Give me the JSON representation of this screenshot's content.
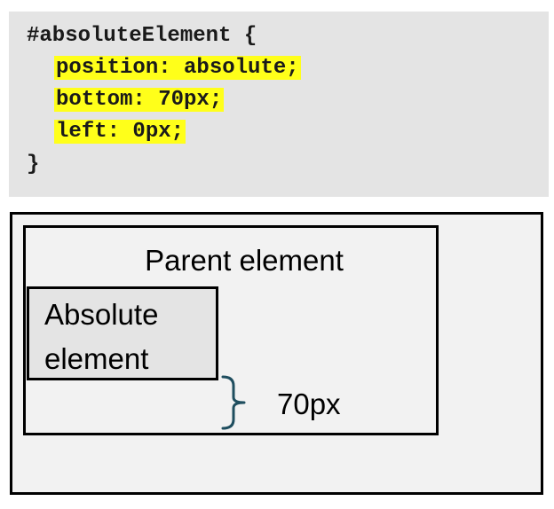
{
  "code": {
    "selector_line": "#absoluteElement {",
    "declarations": [
      "position: absolute;",
      "bottom: 70px;",
      "left: 0px;"
    ],
    "closing": "}",
    "highlight_color": "#ffff1a",
    "panel_color": "#e4e4e4"
  },
  "diagram": {
    "parent_label": "Parent element",
    "absolute_label": "Absolute element",
    "offset_label": "70px",
    "brace_color": "#1f4e5f",
    "absolute_fill": "#e4e4e4",
    "container_fill": "#f2f2f2"
  }
}
